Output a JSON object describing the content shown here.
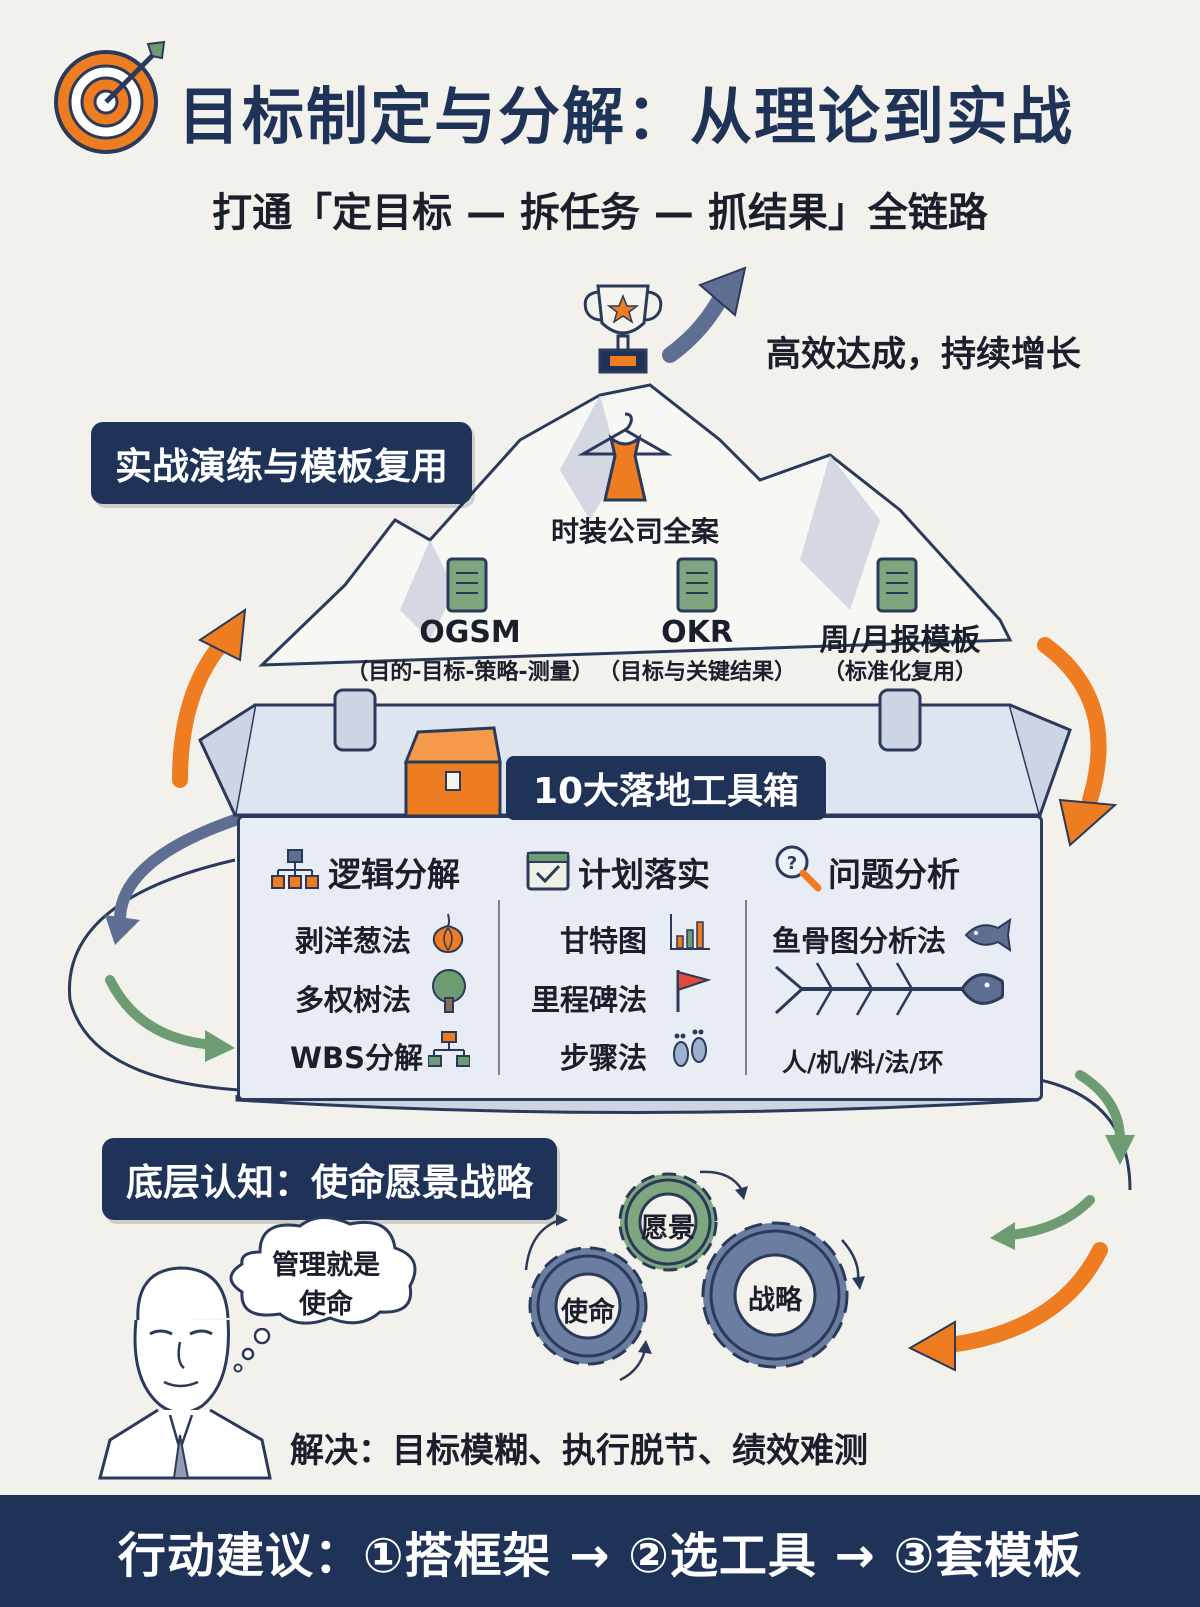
{
  "header": {
    "title": "目标制定与分解：从理论到实战",
    "subtitle": "打通「定目标 — 拆任务 — 抓结果」全链路"
  },
  "peak": {
    "label": "高效达成，持续增长"
  },
  "practice": {
    "tag": "实战演练与模板复用",
    "case_label": "时装公司全案",
    "templates": [
      {
        "name": "OGSM",
        "desc": "（目的-目标-策略-测量）"
      },
      {
        "name": "OKR",
        "desc": "（目标与关键结果）"
      },
      {
        "name": "周/月报模板",
        "desc": "（标准化复用）"
      }
    ]
  },
  "toolbox": {
    "label": "10大落地工具箱",
    "columns": [
      {
        "title": "逻辑分解",
        "items": [
          "剥洋葱法",
          "多权树法",
          "WBS分解"
        ]
      },
      {
        "title": "计划落实",
        "items": [
          "甘特图",
          "里程碑法",
          "步骤法"
        ]
      },
      {
        "title": "问题分析",
        "items": [
          "鱼骨图分析法",
          "人/机/料/法/环"
        ]
      }
    ]
  },
  "foundation": {
    "tag": "底层认知：使命愿景战略",
    "quote_line1": "管理就是",
    "quote_line2": "使命",
    "gears": [
      "愿景",
      "使命",
      "战略"
    ],
    "solves": "解决：目标模糊、执行脱节、绩效难测"
  },
  "footer": {
    "action": "行动建议：①搭框架 → ②选工具 → ③套模板"
  },
  "colors": {
    "navy": "#1f3358",
    "orange": "#ee7d22",
    "green": "#6d9c72",
    "slate": "#5e6f93"
  }
}
